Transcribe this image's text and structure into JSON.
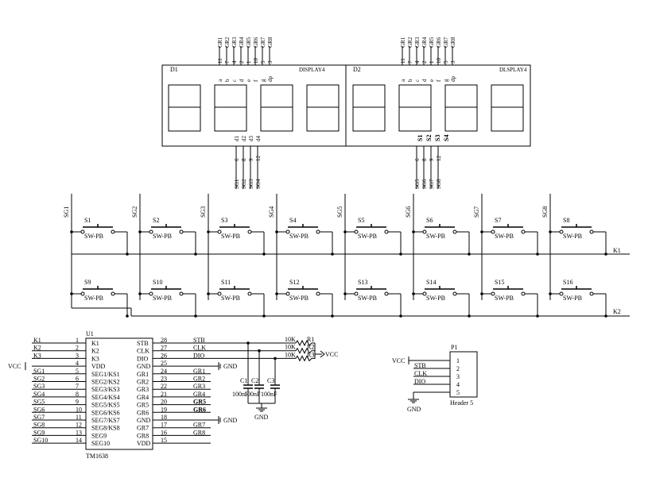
{
  "displays": [
    {
      "ref": "D1",
      "value": "DISPLAY4",
      "bottom_pins": [
        "SG1",
        "SG2",
        "SG3",
        "SG4"
      ]
    },
    {
      "ref": "D2",
      "value": "DLSPLAY4",
      "bottom_pins": [
        "SG5",
        "SG6",
        "SG7",
        "SG8"
      ],
      "digit_labels": [
        "S1",
        "S2",
        "S3",
        "S4"
      ]
    }
  ],
  "display_top_nets": [
    "GR1",
    "GR2",
    "GR3",
    "GR4",
    "GR5",
    "GR6",
    "GR7",
    "GR8"
  ],
  "display_top_pin_numbers": [
    "11",
    "7",
    "4",
    "2",
    "1",
    "10",
    "5",
    "3"
  ],
  "display_segment_letters": [
    "a",
    "b",
    "c",
    "d",
    "e",
    "f",
    "g",
    "dp"
  ],
  "display_bottom_pin_numbers": [
    "6",
    "8",
    "9",
    "12"
  ],
  "display_digit_pins": [
    "d1",
    "d2",
    "d3",
    "d4"
  ],
  "switch_columns": [
    "SG1",
    "SG2",
    "SG3",
    "SG4",
    "SG5",
    "SG6",
    "SG7",
    "SG8"
  ],
  "switches_row1": [
    "S1",
    "S2",
    "S3",
    "S4",
    "S5",
    "S6",
    "S7",
    "S8"
  ],
  "switches_row2": [
    "S9",
    "S10",
    "S11",
    "S12",
    "S13",
    "S14",
    "S15",
    "S16"
  ],
  "switch_value": "SW-PB",
  "row_nets": [
    "K1",
    "K2"
  ],
  "ic": {
    "ref": "U1",
    "part": "TM1638",
    "left_pins": [
      {
        "net": "K1",
        "num": "1",
        "name": "K1"
      },
      {
        "net": "K2",
        "num": "2",
        "name": "K2"
      },
      {
        "net": "K3",
        "num": "3",
        "name": "K3"
      },
      {
        "net": "",
        "num": "4",
        "name": "VDD"
      },
      {
        "net": "SG1",
        "num": "5",
        "name": "SEG1/KS1"
      },
      {
        "net": "SG2",
        "num": "6",
        "name": "SEG2/KS2"
      },
      {
        "net": "SG3",
        "num": "7",
        "name": "SEG3/KS3"
      },
      {
        "net": "SG4",
        "num": "8",
        "name": "SEG4/KS4"
      },
      {
        "net": "SG5",
        "num": "9",
        "name": "SEG5/KS5"
      },
      {
        "net": "SG6",
        "num": "10",
        "name": "SEG6/KS6"
      },
      {
        "net": "SG7",
        "num": "11",
        "name": "SEG7/KS7"
      },
      {
        "net": "SG8",
        "num": "12",
        "name": "SEG8/KS8"
      },
      {
        "net": "SG9",
        "num": "13",
        "name": "SEG9"
      },
      {
        "net": "SG10",
        "num": "14",
        "name": "SEG10"
      }
    ],
    "right_pins": [
      {
        "name": "STB",
        "num": "28",
        "net": "STB"
      },
      {
        "name": "CLK",
        "num": "27",
        "net": "CLK"
      },
      {
        "name": "DIO",
        "num": "26",
        "net": "DIO"
      },
      {
        "name": "GND",
        "num": "25",
        "net": ""
      },
      {
        "name": "GR1",
        "num": "24",
        "net": "GR1"
      },
      {
        "name": "GR2",
        "num": "23",
        "net": "GR2"
      },
      {
        "name": "GR3",
        "num": "22",
        "net": "GR3"
      },
      {
        "name": "GR4",
        "num": "21",
        "net": "GR4"
      },
      {
        "name": "GR5",
        "num": "20",
        "net": "GR5"
      },
      {
        "name": "GR6",
        "num": "19",
        "net": "GR6"
      },
      {
        "name": "GND",
        "num": "18",
        "net": ""
      },
      {
        "name": "GR7",
        "num": "17",
        "net": "GR7"
      },
      {
        "name": "GR8",
        "num": "16",
        "net": "GR8"
      },
      {
        "name": "VDD",
        "num": "15",
        "net": ""
      }
    ]
  },
  "vcc_label": "VCC",
  "gnd_label": "GND",
  "resistors": [
    {
      "ref": "R1",
      "value": "10K"
    },
    {
      "ref": "R2",
      "value": "10K"
    },
    {
      "ref": "R3",
      "value": "10K"
    }
  ],
  "capacitors": [
    {
      "ref": "C1",
      "value": "100nF"
    },
    {
      "ref": "C2",
      "value": "100nF"
    },
    {
      "ref": "C3",
      "value": "100nF"
    }
  ],
  "header": {
    "ref": "P1",
    "part": "Header 5",
    "pins": [
      "1",
      "2",
      "3",
      "4",
      "5"
    ],
    "nets": [
      "VCC",
      "STB",
      "CLK",
      "DIO",
      "GND"
    ]
  }
}
